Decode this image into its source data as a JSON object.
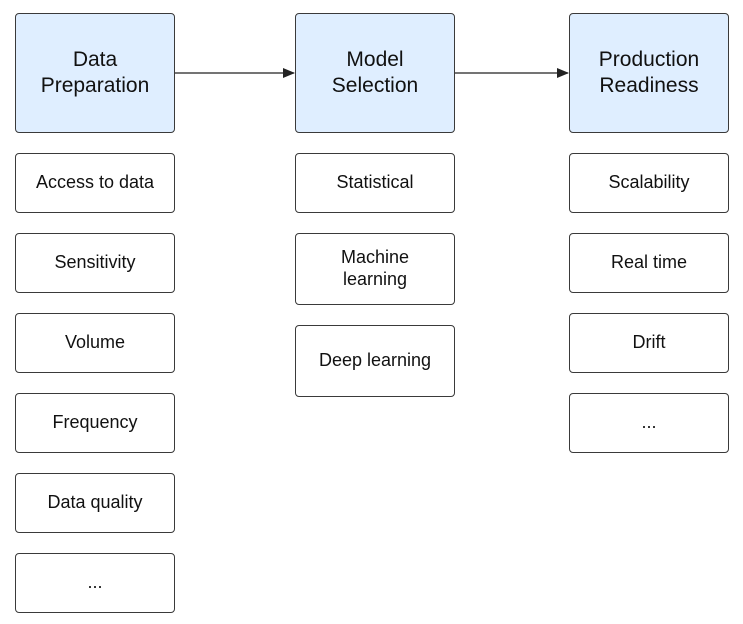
{
  "columns": [
    {
      "header": "Data\nPreparation",
      "items": [
        "Access to data",
        "Sensitivity",
        "Volume",
        "Frequency",
        "Data quality",
        "..."
      ]
    },
    {
      "header": "Model\nSelection",
      "items": [
        "Statistical",
        "Machine\nlearning",
        "Deep learning"
      ]
    },
    {
      "header": "Production\nReadiness",
      "items": [
        "Scalability",
        "Real time",
        "Drift",
        "..."
      ]
    }
  ],
  "colors": {
    "header_fill": "#dfeeff",
    "box_border": "#3a3a3a",
    "arrow": "#222222"
  }
}
